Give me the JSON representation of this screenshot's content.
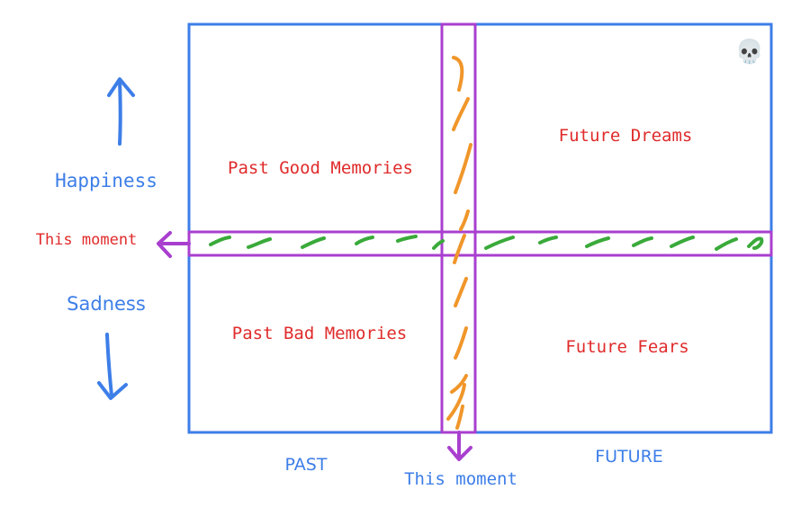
{
  "quadrants": {
    "past_good": "Past Good Memories",
    "future_dreams": "Future Dreams",
    "past_bad": "Past Bad Memories",
    "future_fears": "Future Fears"
  },
  "left_axis": {
    "top_label": "Happiness",
    "bottom_label": "Sadness",
    "moment_label": "This moment"
  },
  "bottom_axis": {
    "left_label": "PAST",
    "right_label": "FUTURE",
    "moment_label": "This moment"
  },
  "corner_icon": "skull-icon",
  "colors": {
    "frame": "#3d7ee8",
    "moment_band": "#a93fcf",
    "quadrant_text": "#e02b2b",
    "axis_text": "#3d7ee8",
    "vertical_dashes": "#f0962a",
    "horizontal_dashes": "#3aaa3a"
  }
}
